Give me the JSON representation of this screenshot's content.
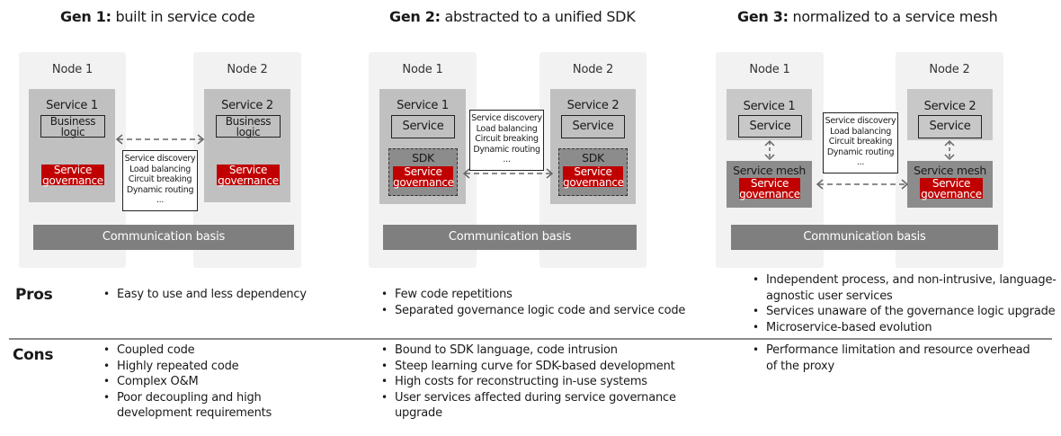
{
  "generations": [
    {
      "title_bold": "Gen 1:",
      "title_rest": " built in service code",
      "node1": "Node 1",
      "node2": "Node 2",
      "service1": "Service 1",
      "service2": "Service 2",
      "inner_box": "Business logic",
      "governance": "Service governance",
      "communication": "Communication basis",
      "features": [
        "Service discovery",
        "Load balancing",
        "Circuit breaking",
        "Dynamic routing",
        "..."
      ]
    },
    {
      "title_bold": "Gen 2:",
      "title_rest": " abstracted to a unified SDK",
      "node1": "Node 1",
      "node2": "Node 2",
      "service1": "Service 1",
      "service2": "Service 2",
      "inner_box": "Service",
      "layer_label": "SDK",
      "governance": "Service governance",
      "communication": "Communication basis",
      "features": [
        "Service discovery",
        "Load balancing",
        "Circuit breaking",
        "Dynamic routing",
        "..."
      ]
    },
    {
      "title_bold": "Gen 3:",
      "title_rest": " normalized to a service mesh",
      "node1": "Node 1",
      "node2": "Node 2",
      "service1": "Service 1",
      "service2": "Service 2",
      "inner_box": "Service",
      "layer_label": "Service mesh",
      "governance": "Service governance",
      "communication": "Communication basis",
      "features": [
        "Service discovery",
        "Load balancing",
        "Circuit breaking",
        "Dynamic routing",
        "..."
      ]
    }
  ],
  "rows": {
    "pros_label": "Pros",
    "cons_label": "Cons"
  },
  "pros": [
    [
      "Easy to use and less dependency"
    ],
    [
      "Few code repetitions",
      "Separated governance logic code and service code"
    ],
    [
      "Independent process, and non-intrusive, language-agnostic user services",
      "Services unaware of the governance logic upgrade",
      "Microservice-based evolution"
    ]
  ],
  "cons": [
    [
      "Coupled code",
      "Highly repeated code",
      "Complex O&M",
      "Poor decoupling and high development requirements"
    ],
    [
      "Bound to SDK language, code intrusion",
      "Steep learning curve for SDK-based development",
      "High costs for reconstructing in-use systems",
      "User services affected during service governance upgrade"
    ],
    [
      "Performance limitation and resource overhead of the proxy"
    ]
  ],
  "colors": {
    "governance_red": "#c00000",
    "node_bg": "#f2f2f2",
    "service_bg": "#c0c0c0",
    "layer_bg": "#8c8c8c",
    "communication_bg": "#7f7f7f"
  }
}
